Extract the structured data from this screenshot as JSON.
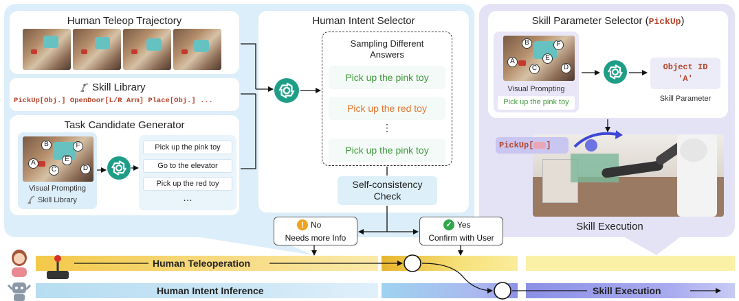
{
  "left_panel": {
    "teleop_title": "Human Teleop Trajectory",
    "skill_library_title": "Skill Library",
    "skill_library_items": "PickUp[Obj.] OpenDoor[L/R Arm] Place[Obj.] ...",
    "task_gen_title": "Task Candidate Generator",
    "visual_prompting_label": "Visual Prompting",
    "skill_library_small_label": "Skill Library",
    "candidates": [
      "Pick up the pink toy",
      "Go to the elevator",
      "Pick up the red toy",
      "…"
    ],
    "markers": [
      "B",
      "F",
      "A",
      "C",
      "E",
      "D"
    ]
  },
  "intent_selector": {
    "title": "Human Intent Selector",
    "sampling_title": "Sampling Different Answers",
    "answers": [
      "Pick up the pink toy",
      "Pick up the red toy",
      "⋮",
      "Pick up the pink toy"
    ],
    "self_consistency": "Self-consistency Check"
  },
  "right_panel": {
    "title_prefix": "Skill Parameter Selector (",
    "title_code": "PickUp",
    "title_suffix": ")",
    "visual_prompting_label": "Visual Prompting",
    "visual_prompting_caption": "Pick up the pink toy",
    "object_id_line1": "Object ID",
    "object_id_line2": "'A'",
    "skill_parameter_label": "Skill Parameter",
    "pickup_label": "PickUp[",
    "pickup_suffix": "]",
    "skill_execution_label": "Skill Execution"
  },
  "decisions": {
    "no_title": "No",
    "no_detail": "Needs more Info",
    "yes_title": "Yes",
    "yes_detail": "Confirm with User"
  },
  "timeline": {
    "human_teleoperation": "Human Teleoperation",
    "human_intent_inference": "Human Intent Inference",
    "skill_execution": "Skill Execution"
  },
  "colors": {
    "left_panel_bg": "#dceef9",
    "right_panel_bg": "#e4e3f6",
    "gpt_teal": "#1e9e87",
    "answer_green": "#3e9a3a",
    "answer_orange": "#e2762f",
    "code_red": "#b5442a",
    "teleop_band": "#f3c94a",
    "inference_band": "#b6ddf1",
    "execution_band": "#8c90e6"
  }
}
